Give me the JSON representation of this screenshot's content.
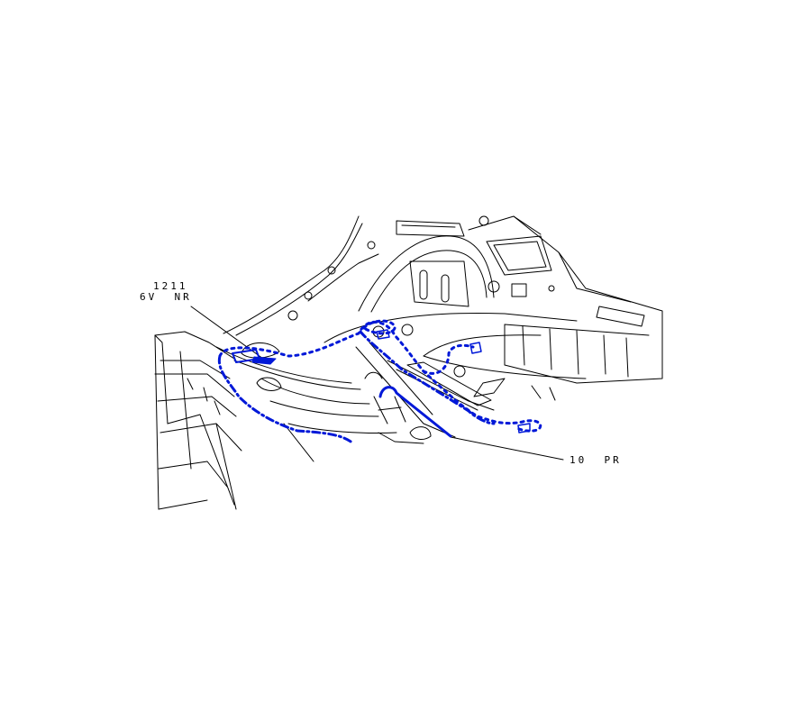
{
  "callouts": {
    "part_number": "1211",
    "variant_code": "6V  NR",
    "reference_code": "10  PR"
  },
  "colors": {
    "background": "#ffffff",
    "line_art": "#000000",
    "harness": "#0018d8"
  }
}
